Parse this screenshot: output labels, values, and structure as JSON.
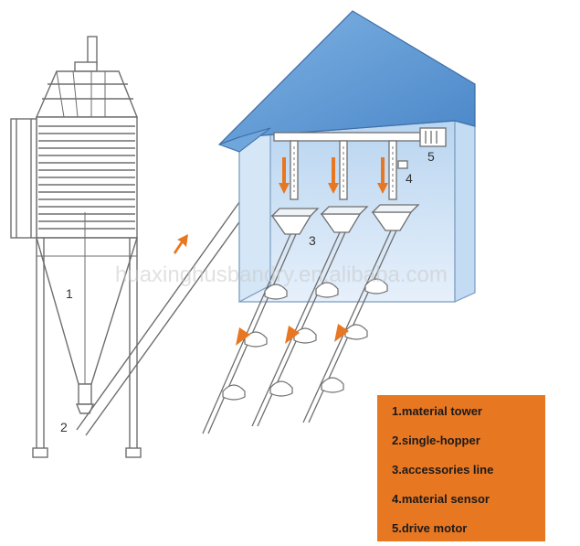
{
  "watermark": "huaxinghusbandry.en.alibaba.com",
  "callouts": {
    "n1": "1",
    "n2": "2",
    "n3": "3",
    "n4": "4",
    "n5": "5"
  },
  "legend": {
    "items": [
      "1.material tower",
      "2.single-hopper",
      "3.accessories line",
      "4.material sensor",
      "5.drive motor"
    ]
  },
  "colors": {
    "roof": "#5b9bd5",
    "wall": "#cfe2f6",
    "legend_bg": "#e87722",
    "arrow": "#e87722",
    "line": "#6e6e6e"
  }
}
